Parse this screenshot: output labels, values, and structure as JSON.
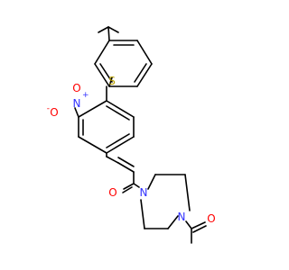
{
  "colors": {
    "bond": "#000000",
    "carbon": "#000000",
    "nitrogen": "#3333ff",
    "oxygen": "#ff0000",
    "sulfur": "#b8a000",
    "background": "#ffffff"
  },
  "atoms": {
    "s1": "S",
    "n_nitro": "N",
    "n_plus": "+",
    "o_nitro_top": "O",
    "o_nitro_minus": "O",
    "o_minus": "-",
    "o_carbonyl": "O",
    "n_piperazine_1": "N",
    "n_piperazine_4": "N",
    "o_acetyl": "O"
  }
}
